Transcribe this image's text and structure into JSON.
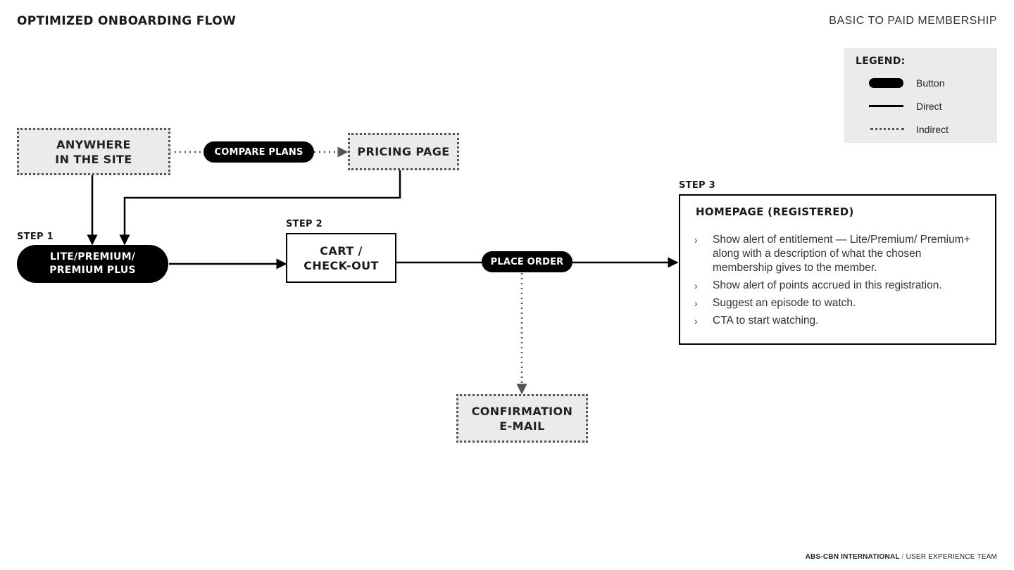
{
  "header": {
    "title": "OPTIMIZED ONBOARDING FLOW",
    "subtitle": "BASIC TO PAID MEMBERSHIP"
  },
  "legend": {
    "title": "LEGEND:",
    "button_label": "Button",
    "direct_label": "Direct",
    "indirect_label": "Indirect"
  },
  "nodes": {
    "anywhere": "ANYWHERE\nIN THE SITE",
    "compare_plans": "COMPARE PLANS",
    "pricing_page": "PRICING PAGE",
    "step1_label": "STEP 1",
    "lite_premium": "LITE/PREMIUM/\nPREMIUM PLUS",
    "step2_label": "STEP 2",
    "cart": "CART /\nCHECK-OUT",
    "place_order": "PLACE ORDER",
    "confirmation": "CONFIRMATION\nE-MAIL",
    "step3_label": "STEP 3"
  },
  "homepage": {
    "title": "HOMEPAGE (REGISTERED)",
    "items": [
      "Show alert of entitlement — Lite/Premium/ Premium+ along with a description of what the chosen membership gives to the member.",
      "Show alert of points accrued in this registration.",
      "Suggest an episode to watch.",
      "CTA to start watching."
    ],
    "bullet": "›"
  },
  "footer": {
    "org": "ABS-CBN INTERNATIONAL",
    "separator": " / ",
    "team": "USER EXPERIENCE TEAM"
  }
}
